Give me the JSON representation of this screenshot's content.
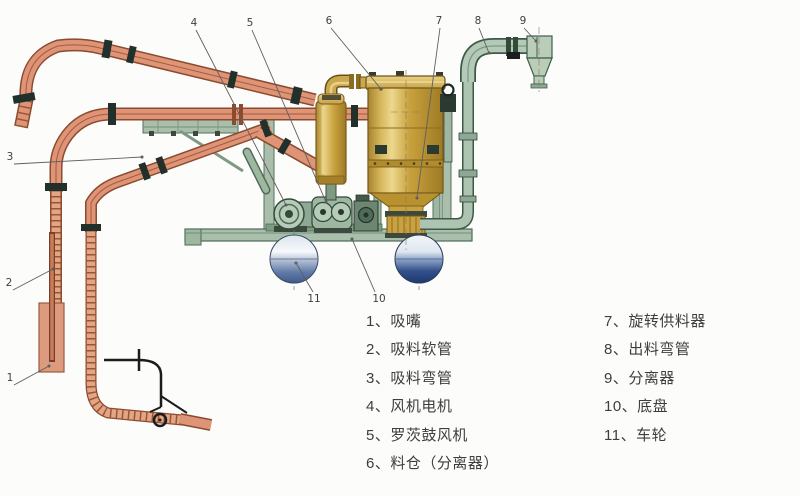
{
  "legend": {
    "left": [
      {
        "text": "1、吸嘴"
      },
      {
        "text": "2、吸料软管"
      },
      {
        "text": "3、吸料弯管"
      },
      {
        "text": "4、风机电机"
      },
      {
        "text": "5、罗茨鼓风机"
      },
      {
        "text": "6、料仓（分离器）"
      }
    ],
    "right": [
      {
        "text": "7、旋转供料器"
      },
      {
        "text": "8、出料弯管"
      },
      {
        "text": "9、分离器"
      },
      {
        "text": "10、底盘"
      },
      {
        "text": "11、车轮"
      }
    ]
  },
  "callouts": [
    {
      "n": "1"
    },
    {
      "n": "2"
    },
    {
      "n": "3"
    },
    {
      "n": "4"
    },
    {
      "n": "5"
    },
    {
      "n": "6"
    },
    {
      "n": "7"
    },
    {
      "n": "8"
    },
    {
      "n": "9"
    },
    {
      "n": "10"
    },
    {
      "n": "11"
    }
  ],
  "colors": {
    "pipe_orange": "#d9906f",
    "pipe_orange_dark": "#8c4a2e",
    "tank_gold": "#c9a23f",
    "machine_green": "#a9bfab",
    "pipe_green": "#b5c9b8",
    "wheel_blue": "#33508a",
    "leader_line": "#5f5f5f",
    "legend_text": "#3e3e3e",
    "background": "#fcfcfb"
  }
}
